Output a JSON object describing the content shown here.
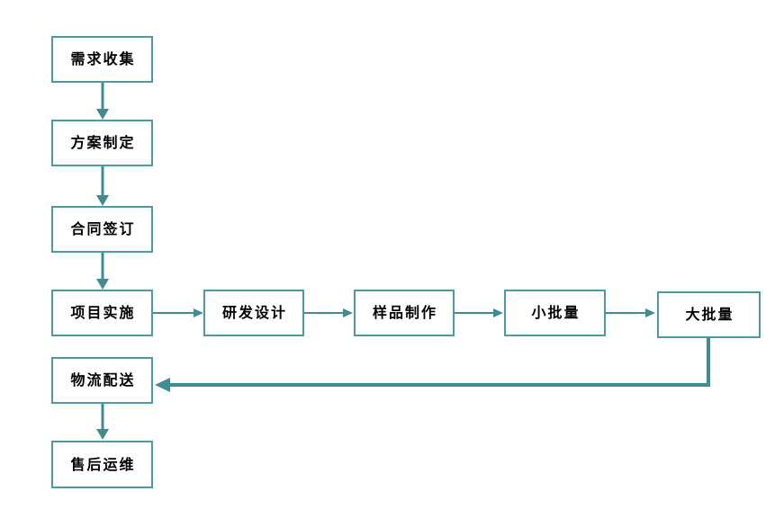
{
  "diagram": {
    "type": "flowchart",
    "colors": {
      "box_border": "#4B9CA1",
      "connector": "#3F8D92",
      "text": "#000000",
      "background": "#FFFFFF"
    },
    "nodes": [
      {
        "id": "requirements-collection",
        "label": "需求收集"
      },
      {
        "id": "plan-formulation",
        "label": "方案制定"
      },
      {
        "id": "contract-signing",
        "label": "合同签订"
      },
      {
        "id": "project-implementation",
        "label": "项目实施"
      },
      {
        "id": "rd-design",
        "label": "研发设计"
      },
      {
        "id": "sample-production",
        "label": "样品制作"
      },
      {
        "id": "small-batch",
        "label": "小批量"
      },
      {
        "id": "large-batch",
        "label": "大批量"
      },
      {
        "id": "logistics-delivery",
        "label": "物流配送"
      },
      {
        "id": "after-sales-maintenance",
        "label": "售后运维"
      }
    ],
    "edges": [
      {
        "from": "需求收集",
        "to": "方案制定"
      },
      {
        "from": "方案制定",
        "to": "合同签订"
      },
      {
        "from": "合同签订",
        "to": "项目实施"
      },
      {
        "from": "项目实施",
        "to": "研发设计"
      },
      {
        "from": "研发设计",
        "to": "样品制作"
      },
      {
        "from": "样品制作",
        "to": "小批量"
      },
      {
        "from": "小批量",
        "to": "大批量"
      },
      {
        "from": "大批量",
        "to": "物流配送"
      },
      {
        "from": "物流配送",
        "to": "售后运维"
      }
    ]
  }
}
